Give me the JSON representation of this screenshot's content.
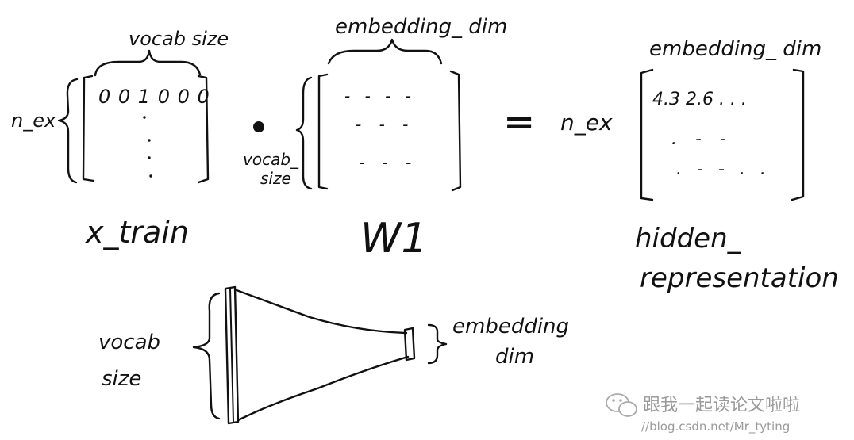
{
  "matrices": {
    "x_train": {
      "name": "x_train",
      "rows_label": "n_ex",
      "cols_label": "vocab size",
      "first_row": "0 0 1 0 0 0"
    },
    "w1": {
      "name": "W1",
      "rows_label_line1": "vocab_",
      "rows_label_line2": "size",
      "cols_label": "embedding_ dim",
      "row1": "- - - -",
      "row2": "- - -",
      "row3": "- - -"
    },
    "hidden": {
      "name_line1": "hidden_",
      "name_line2": "representation",
      "rows_label": "n_ex",
      "cols_label": "embedding_ dim",
      "first_row": "4.3  2.6  . . .",
      "row2": ". -    -",
      "row3": ". -  - . ."
    }
  },
  "operators": {
    "dot": "•",
    "equals": "="
  },
  "funnel": {
    "left_label_line1": "vocab",
    "left_label_line2": "size",
    "right_label_line1": "embedding",
    "right_label_line2": "dim"
  },
  "watermark": {
    "wechat": "跟我一起读论文啦啦",
    "url": "//blog.csdn.net/Mr_tyting"
  }
}
